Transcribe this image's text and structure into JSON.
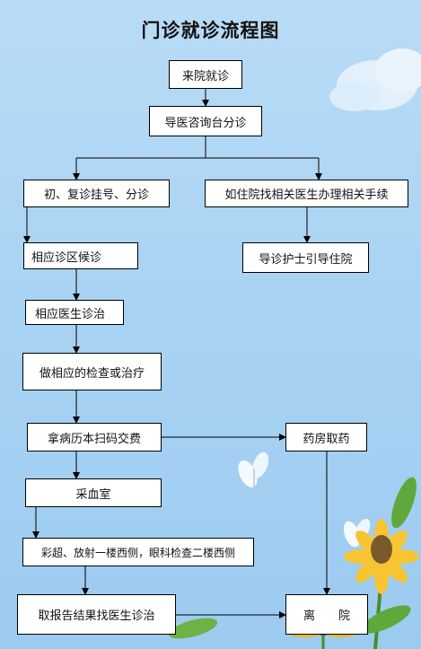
{
  "title": "门诊就诊流程图",
  "nodes": {
    "arrive": "来院就诊",
    "consult": "导医咨询台分诊",
    "register": "初、复诊挂号、分诊",
    "inpatient": "如住院找相关医生办理相关手续",
    "wait": "相应诊区候诊",
    "guide": "导诊护士引导住院",
    "doctor": "相应医生诊治",
    "exam": "做相应的检查或治疗",
    "pay": "拿病历本扫码交费",
    "pharmacy": "药房取药",
    "blood": "采血室",
    "ultrasound": "彩超、放射一楼西侧，眼科检查二楼西侧",
    "report": "取报告结果找医生诊治",
    "leave": "离　　院"
  },
  "colors": {
    "background": "#a9d3f3",
    "box": "#ffffff",
    "line": "#000000"
  }
}
